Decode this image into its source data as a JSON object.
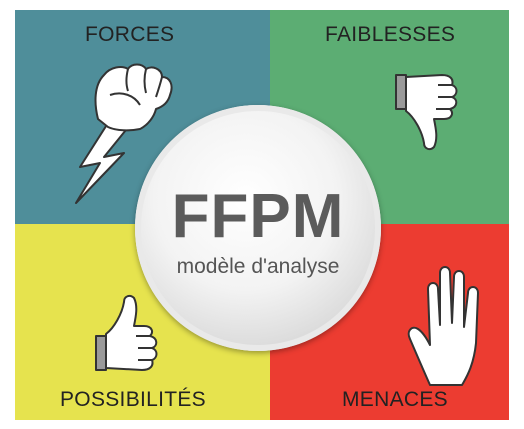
{
  "colors": {
    "forces": "#4f8e9a",
    "faiblesses": "#5cad73",
    "possibilites": "#e6e34e",
    "menaces": "#ec3c31"
  },
  "quadrants": {
    "forces": {
      "label": "FORCES",
      "icon": "raised-fist-lightning-icon"
    },
    "faiblesses": {
      "label": "FAIBLESSES",
      "icon": "thumbs-down-icon"
    },
    "possibilites": {
      "label": "POSSIBILITÉS",
      "icon": "thumbs-up-icon"
    },
    "menaces": {
      "label": "MENACES",
      "icon": "raised-hand-icon"
    }
  },
  "center": {
    "title": "FFPM",
    "subtitle": "modèle d'analyse"
  }
}
